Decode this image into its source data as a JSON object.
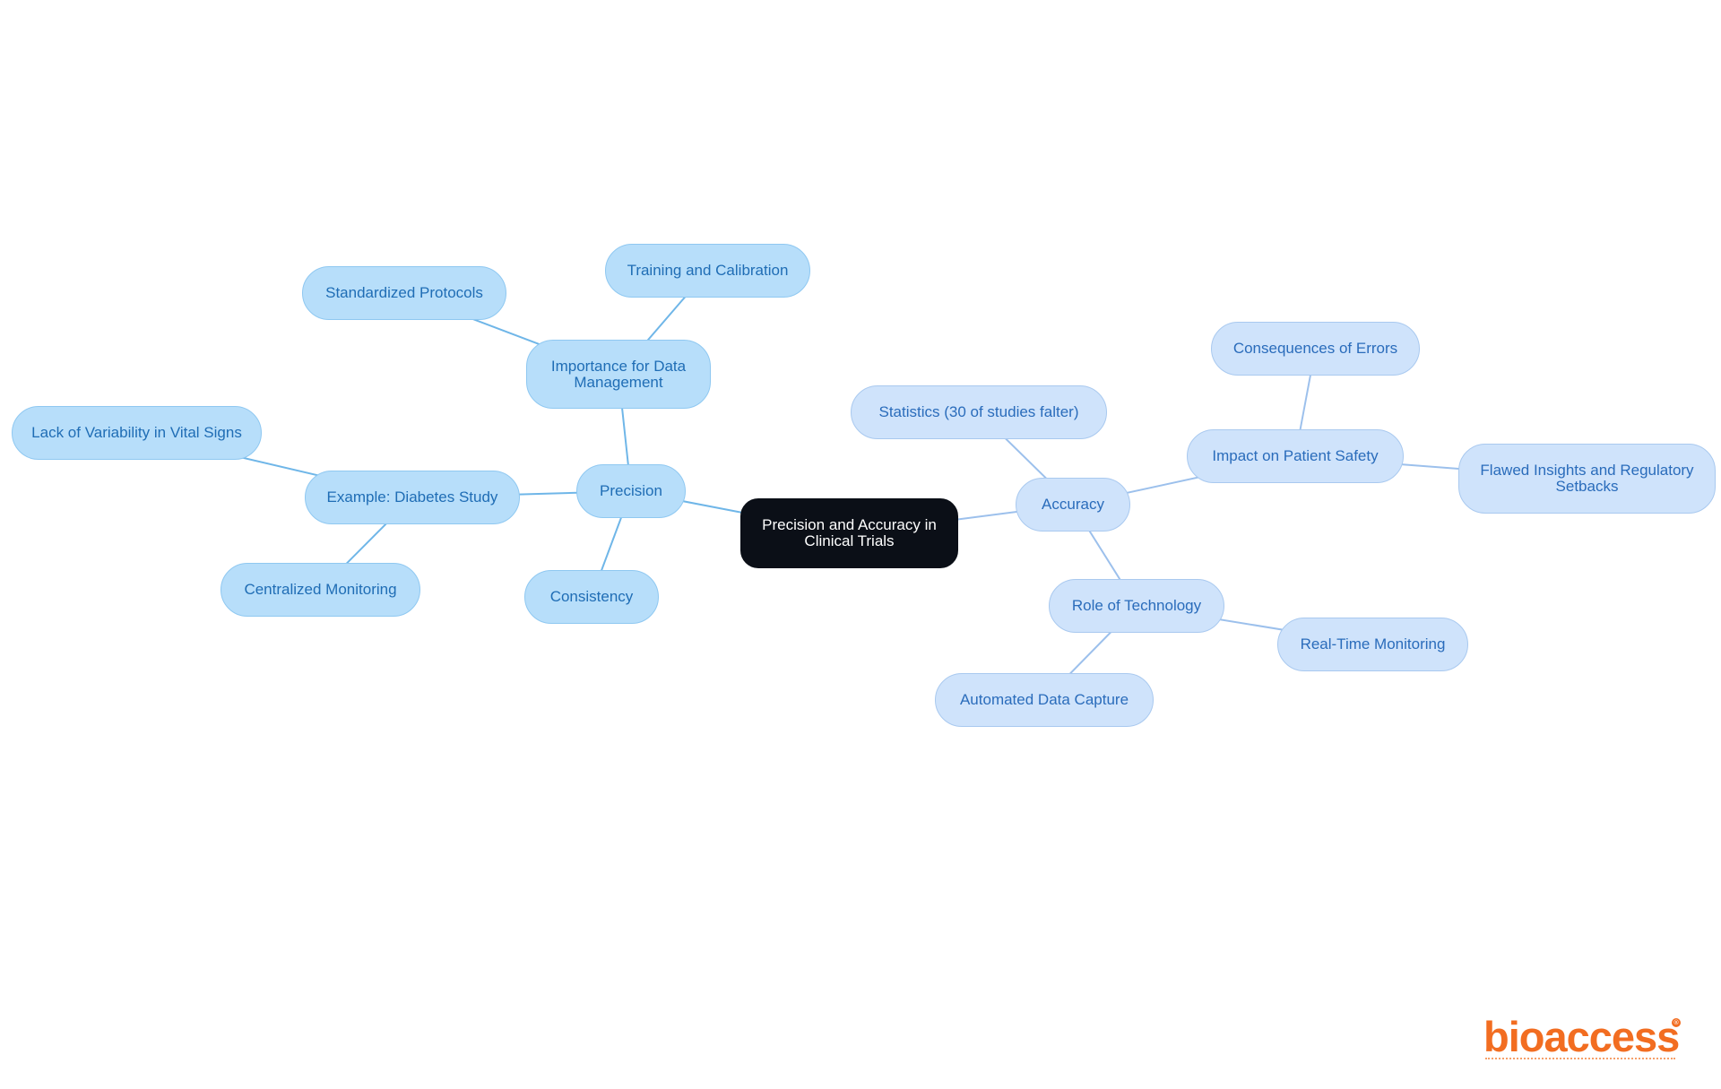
{
  "diagram": {
    "root": {
      "id": "root",
      "label": "Precision and Accuracy in Clinical Trials"
    },
    "nodes": [
      {
        "id": "precision",
        "label": "Precision",
        "side": "left"
      },
      {
        "id": "importance",
        "label": "Importance for Data Management",
        "side": "left"
      },
      {
        "id": "training",
        "label": "Training and Calibration",
        "side": "left"
      },
      {
        "id": "standardized",
        "label": "Standardized Protocols",
        "side": "left"
      },
      {
        "id": "example",
        "label": "Example: Diabetes Study",
        "side": "left"
      },
      {
        "id": "lack",
        "label": "Lack of Variability in Vital Signs",
        "side": "left"
      },
      {
        "id": "centralized",
        "label": "Centralized Monitoring",
        "side": "left"
      },
      {
        "id": "consistency",
        "label": "Consistency",
        "side": "left"
      },
      {
        "id": "accuracy",
        "label": "Accuracy",
        "side": "right"
      },
      {
        "id": "statistics",
        "label": "Statistics (30 of studies falter)",
        "side": "right"
      },
      {
        "id": "impact",
        "label": "Impact on Patient Safety",
        "side": "right"
      },
      {
        "id": "consequences",
        "label": "Consequences of Errors",
        "side": "right"
      },
      {
        "id": "flawed",
        "label": "Flawed Insights and Regulatory Setbacks",
        "side": "right"
      },
      {
        "id": "role",
        "label": "Role of Technology",
        "side": "right"
      },
      {
        "id": "realtime",
        "label": "Real-Time Monitoring",
        "side": "right"
      },
      {
        "id": "automated",
        "label": "Automated Data Capture",
        "side": "right"
      }
    ],
    "edges": [
      [
        "root",
        "precision"
      ],
      [
        "precision",
        "importance"
      ],
      [
        "importance",
        "training"
      ],
      [
        "importance",
        "standardized"
      ],
      [
        "precision",
        "example"
      ],
      [
        "example",
        "lack"
      ],
      [
        "example",
        "centralized"
      ],
      [
        "precision",
        "consistency"
      ],
      [
        "root",
        "accuracy"
      ],
      [
        "accuracy",
        "statistics"
      ],
      [
        "accuracy",
        "impact"
      ],
      [
        "impact",
        "consequences"
      ],
      [
        "impact",
        "flawed"
      ],
      [
        "accuracy",
        "role"
      ],
      [
        "role",
        "realtime"
      ],
      [
        "role",
        "automated"
      ]
    ]
  },
  "colors": {
    "root_fill": "#0b0f17",
    "left_fill": "#b7defa",
    "left_text": "#1f6db5",
    "left_link": "#6fb6e8",
    "right_fill": "#cfe3fb",
    "right_text": "#2a6cbb",
    "right_link": "#9cc0ec",
    "logo": "#f26d21"
  },
  "logo": {
    "text": "bioaccess",
    "mark": "®"
  }
}
